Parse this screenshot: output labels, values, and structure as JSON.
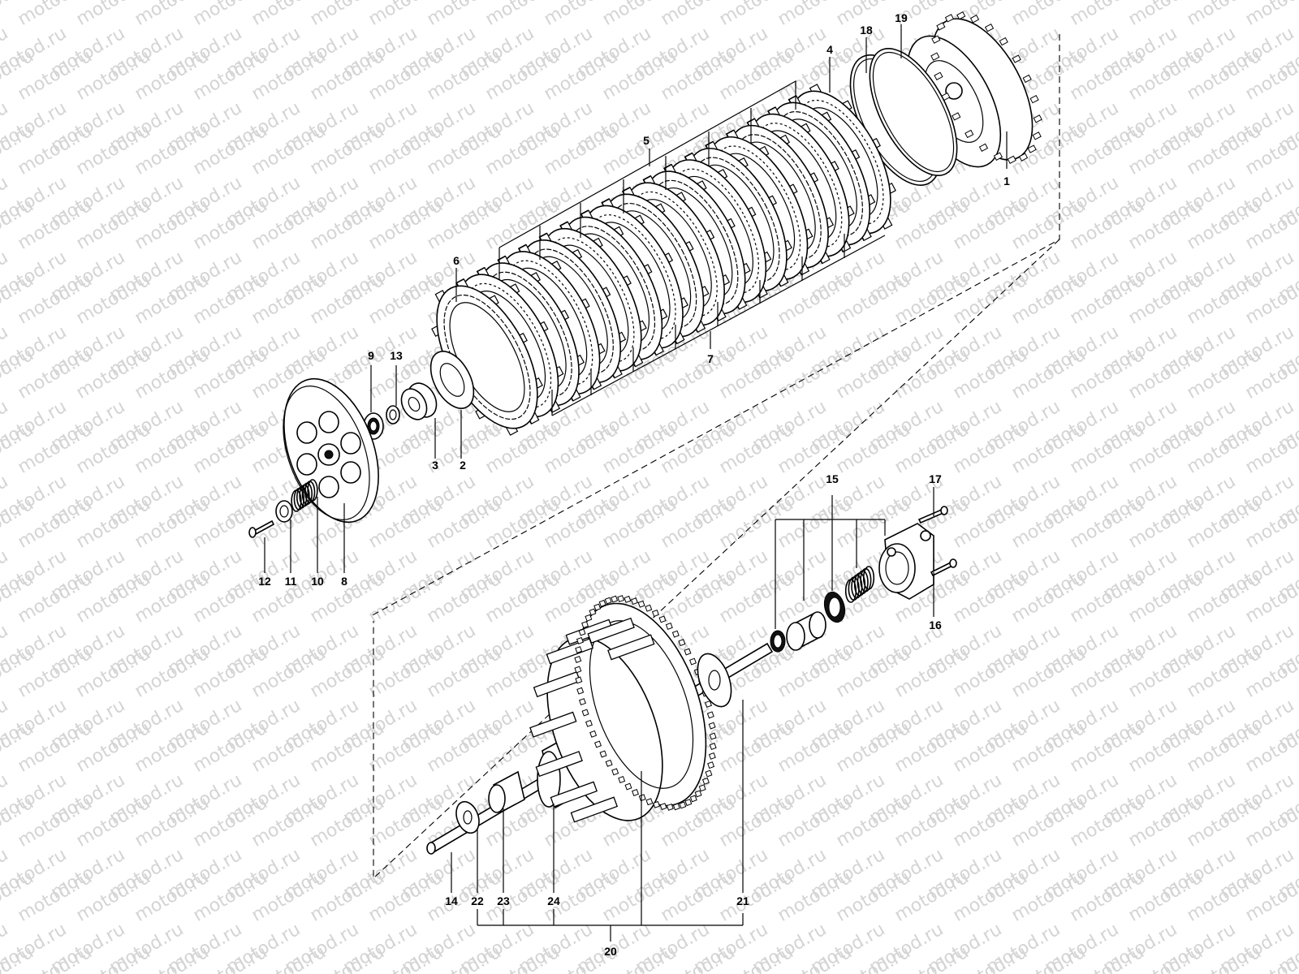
{
  "watermark": "motod.ru",
  "callouts": [
    "1",
    "2",
    "3",
    "4",
    "5",
    "6",
    "7",
    "8",
    "9",
    "10",
    "11",
    "12",
    "13",
    "14",
    "15",
    "16",
    "17",
    "18",
    "19",
    "20",
    "21",
    "22",
    "23",
    "24"
  ]
}
